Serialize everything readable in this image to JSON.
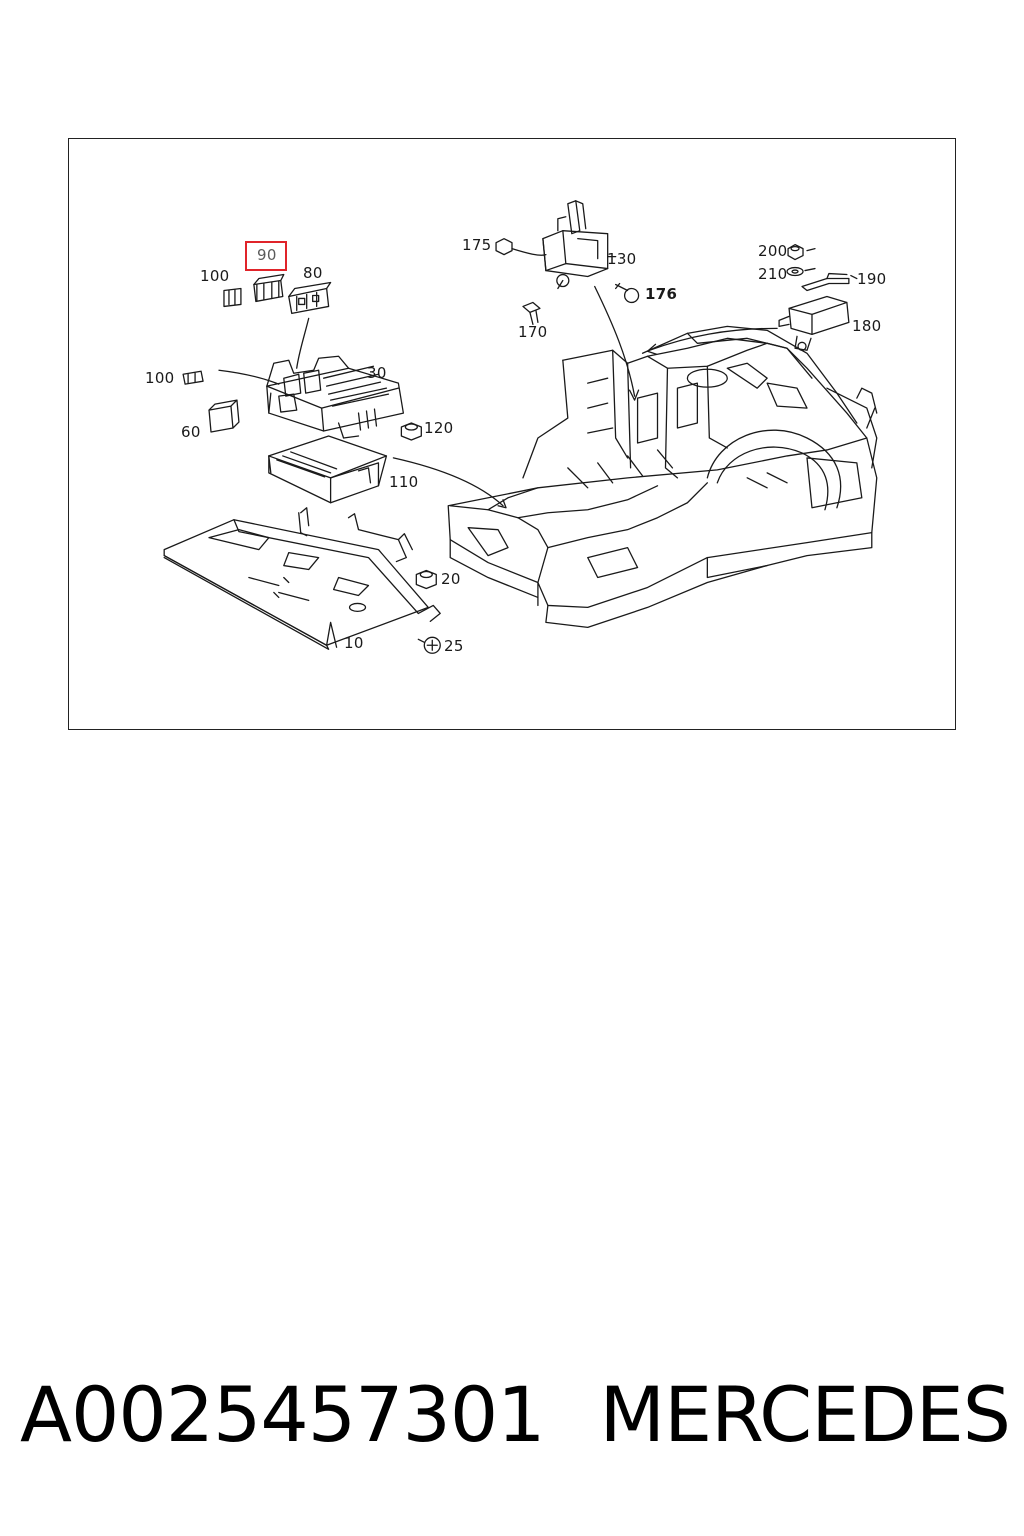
{
  "diagram": {
    "callouts": {
      "c10": "10",
      "c20": "20",
      "c25": "25",
      "c30": "30",
      "c60": "60",
      "c80": "80",
      "c90": "90",
      "c100a": "100",
      "c100b": "100",
      "c110": "110",
      "c120": "120",
      "c130": "130",
      "c170": "170",
      "c175": "175",
      "c176": "176",
      "c180": "180",
      "c190": "190",
      "c200": "200",
      "c210": "210"
    },
    "highlight_color": "#e0242a"
  },
  "footer": {
    "part_number": "A0025457301",
    "brand": "MERCEDES"
  }
}
